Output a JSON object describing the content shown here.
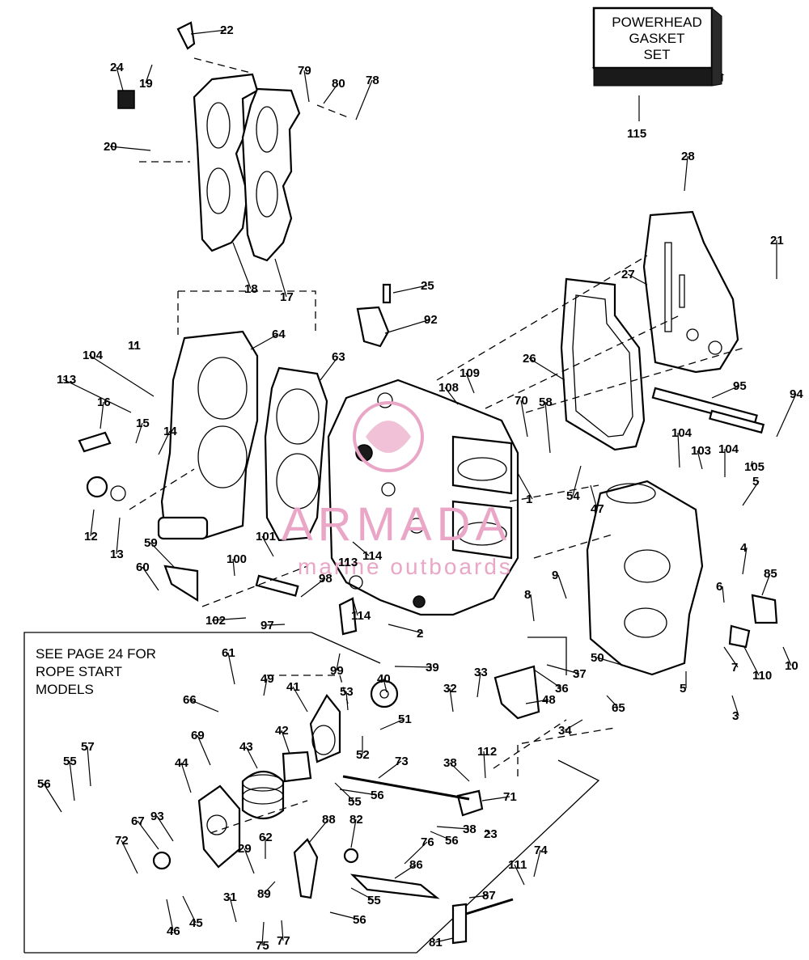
{
  "gasket_box": {
    "lines": [
      "POWERHEAD",
      "GASKET",
      "SET"
    ],
    "ref": "115"
  },
  "note": {
    "lines": [
      "SEE PAGE 24 FOR",
      "ROPE START",
      "MODELS"
    ]
  },
  "watermark": {
    "brand": "ARMADA",
    "tagline": "marine outboards"
  },
  "callouts": [
    "1",
    "2",
    "3",
    "4",
    "5",
    "5",
    "6",
    "7",
    "8",
    "9",
    "10",
    "11",
    "12",
    "13",
    "14",
    "15",
    "16",
    "17",
    "18",
    "19",
    "20",
    "21",
    "22",
    "23",
    "24",
    "25",
    "26",
    "27",
    "28",
    "29",
    "31",
    "32",
    "33",
    "34",
    "36",
    "37",
    "38",
    "38",
    "39",
    "40",
    "41",
    "42",
    "43",
    "44",
    "45",
    "46",
    "47",
    "48",
    "49",
    "50",
    "51",
    "52",
    "53",
    "54",
    "55",
    "55",
    "55",
    "56",
    "56",
    "56",
    "56",
    "57",
    "58",
    "59",
    "60",
    "61",
    "62",
    "63",
    "64",
    "65",
    "66",
    "67",
    "69",
    "70",
    "71",
    "72",
    "73",
    "74",
    "75",
    "76",
    "77",
    "78",
    "79",
    "80",
    "81",
    "82",
    "85",
    "86",
    "87",
    "88",
    "89",
    "92",
    "93",
    "94",
    "95",
    "97",
    "98",
    "99",
    "100",
    "101",
    "102",
    "103",
    "104",
    "104",
    "104",
    "105",
    "108",
    "109",
    "110",
    "111",
    "112",
    "113",
    "113",
    "114",
    "114"
  ]
}
